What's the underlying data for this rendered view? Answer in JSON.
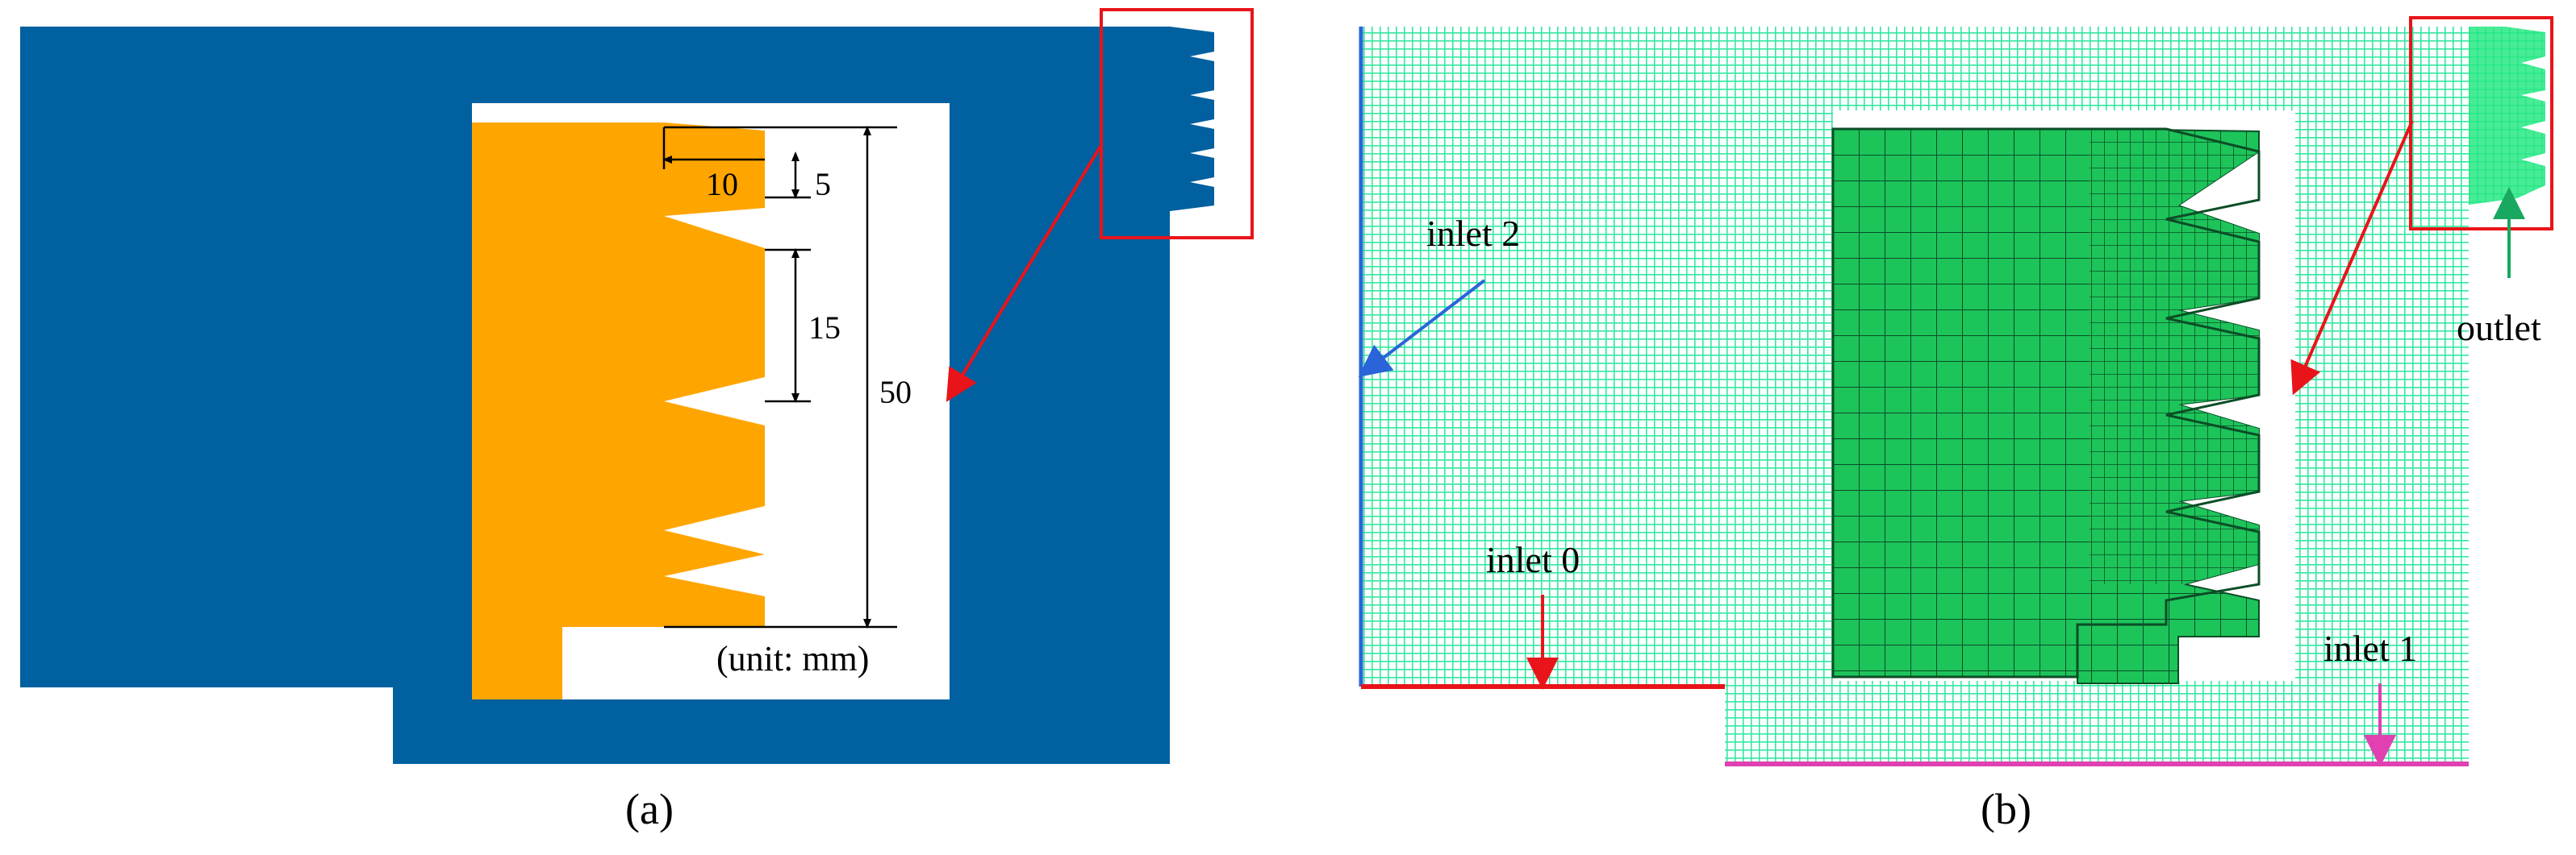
{
  "panel_a": {
    "caption": "(a)",
    "dims": {
      "tooth_width": "10",
      "tooth_height": "5",
      "pitch": "15",
      "total_height": "50"
    },
    "unit_note": "(unit: mm)",
    "colors": {
      "domain": "#0060a0",
      "insert": "#ffa500",
      "callout": "#e8141a"
    }
  },
  "panel_b": {
    "caption": "(b)",
    "labels": {
      "inlet2": "inlet 2",
      "inlet0": "inlet 0",
      "inlet1": "inlet 1",
      "outlet": "outlet"
    },
    "colors": {
      "mesh_fluid": "#33f0a8",
      "mesh_solid": "#14c85a",
      "inlet2": "#2a64d8",
      "inlet0": "#e8141a",
      "inlet1": "#e040b0",
      "outlet": "#18a860"
    }
  }
}
